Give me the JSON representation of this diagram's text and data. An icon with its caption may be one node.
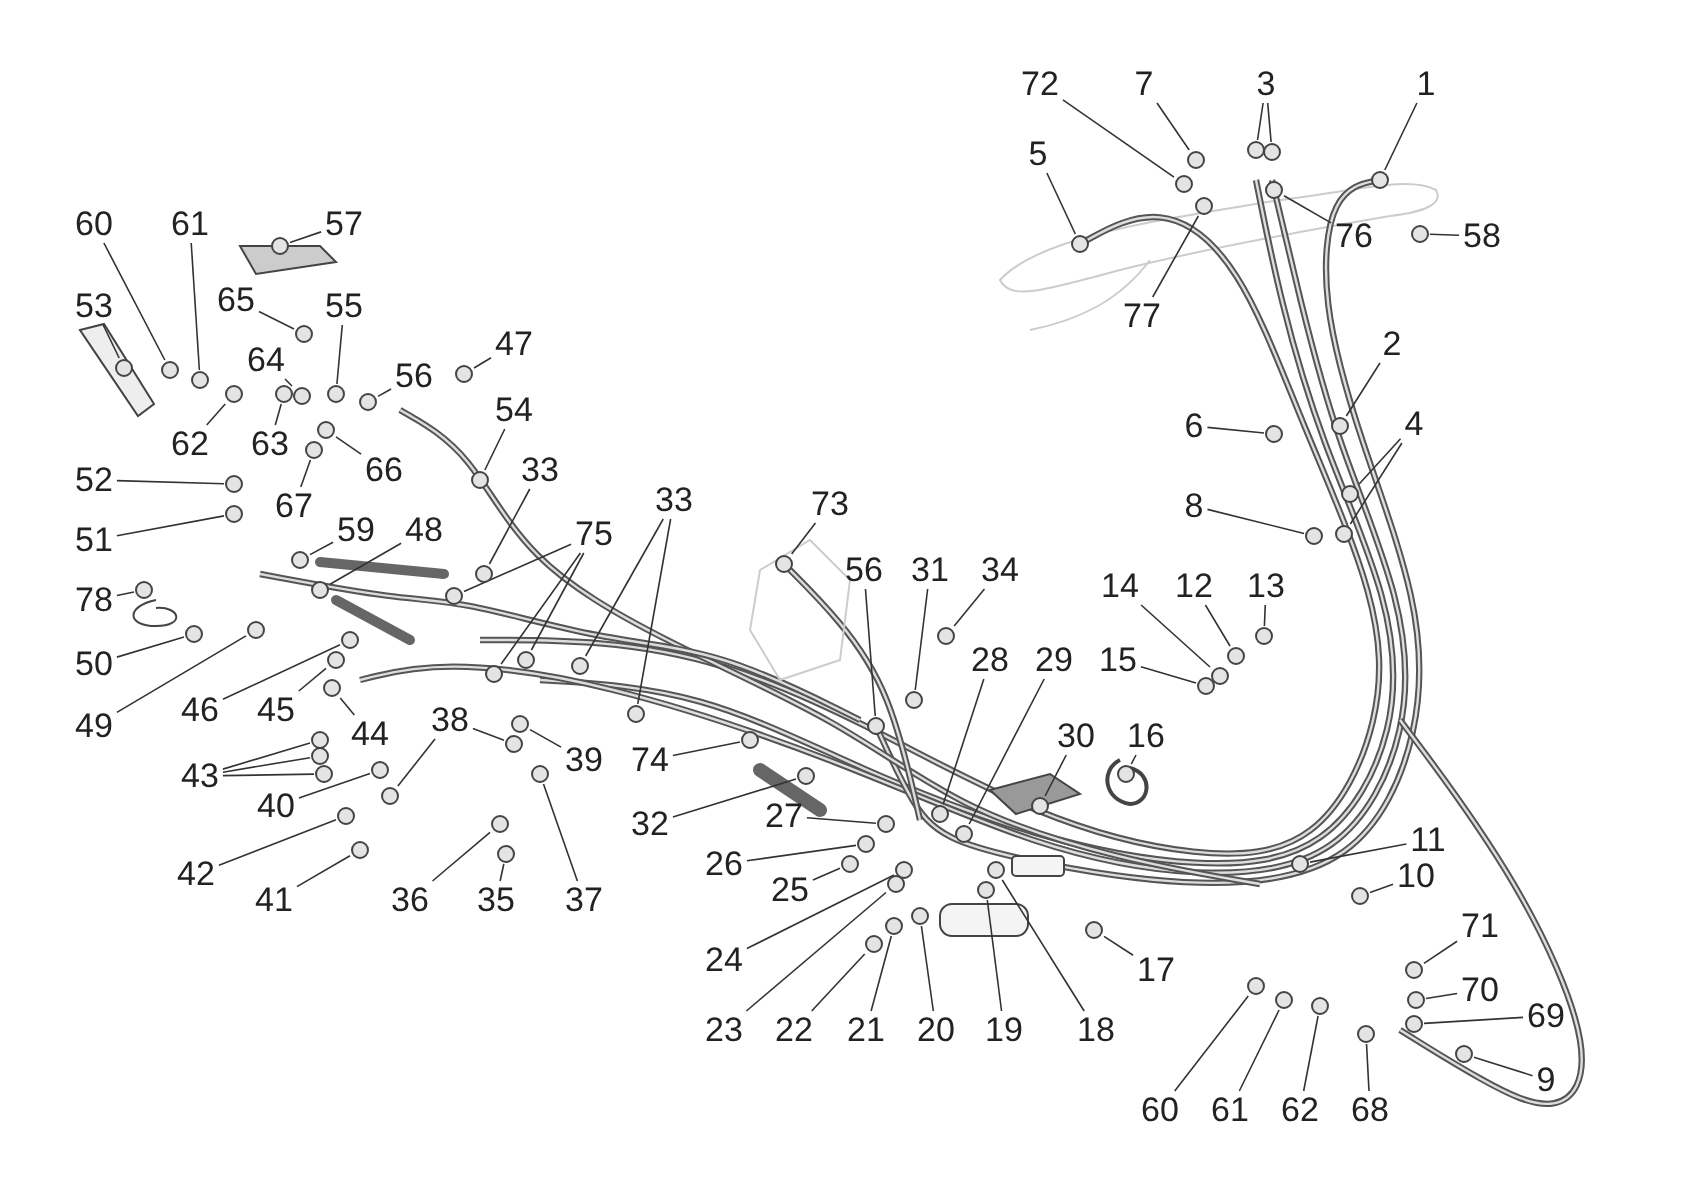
{
  "diagram": {
    "nodes": [
      {
        "text": [
          "72"
        ]
      },
      {
        "text": [
          "7"
        ]
      },
      {
        "text": [
          "3"
        ]
      },
      {
        "text": [
          "1"
        ]
      },
      {
        "text": [
          "5"
        ]
      },
      {
        "text": [
          "77"
        ]
      },
      {
        "text": [
          "76"
        ]
      },
      {
        "text": [
          "58"
        ]
      },
      {
        "text": [
          "2"
        ]
      },
      {
        "text": [
          "6"
        ]
      },
      {
        "text": [
          "4"
        ]
      },
      {
        "text": [
          "8"
        ]
      },
      {
        "text": [
          "60"
        ]
      },
      {
        "text": [
          "61"
        ]
      },
      {
        "text": [
          "57"
        ]
      },
      {
        "text": [
          "53"
        ]
      },
      {
        "text": [
          "65"
        ]
      },
      {
        "text": [
          "55"
        ]
      },
      {
        "text": [
          "64"
        ]
      },
      {
        "text": [
          "56"
        ]
      },
      {
        "text": [
          "47"
        ]
      },
      {
        "text": [
          "62"
        ]
      },
      {
        "text": [
          "63"
        ]
      },
      {
        "text": [
          "66"
        ]
      },
      {
        "text": [
          "67"
        ]
      },
      {
        "text": [
          "54"
        ]
      },
      {
        "text": [
          "52"
        ]
      },
      {
        "text": [
          "51"
        ]
      },
      {
        "text": [
          "33"
        ]
      },
      {
        "text": [
          "59"
        ]
      },
      {
        "text": [
          "48"
        ]
      },
      {
        "text": [
          "75"
        ]
      },
      {
        "text": [
          "33"
        ]
      },
      {
        "text": [
          "73"
        ]
      },
      {
        "text": [
          "78"
        ]
      },
      {
        "text": [
          "50"
        ]
      },
      {
        "text": [
          "49"
        ]
      },
      {
        "text": [
          "46"
        ]
      },
      {
        "text": [
          "45"
        ]
      },
      {
        "text": [
          "44"
        ]
      },
      {
        "text": [
          "43"
        ]
      },
      {
        "text": [
          "38"
        ]
      },
      {
        "text": [
          "39"
        ]
      },
      {
        "text": [
          "74"
        ]
      },
      {
        "text": [
          "40"
        ]
      },
      {
        "text": [
          "42"
        ]
      },
      {
        "text": [
          "41"
        ]
      },
      {
        "text": [
          "36"
        ]
      },
      {
        "text": [
          "35"
        ]
      },
      {
        "text": [
          "37"
        ]
      },
      {
        "text": [
          "32"
        ]
      },
      {
        "text": [
          "56"
        ]
      },
      {
        "text": [
          "31"
        ]
      },
      {
        "text": [
          "34"
        ]
      },
      {
        "text": [
          "14"
        ]
      },
      {
        "text": [
          "12"
        ]
      },
      {
        "text": [
          "13"
        ]
      },
      {
        "text": [
          "15"
        ]
      },
      {
        "text": [
          "28"
        ]
      },
      {
        "text": [
          "29"
        ]
      },
      {
        "text": [
          "30"
        ]
      },
      {
        "text": [
          "16"
        ]
      },
      {
        "text": [
          "27"
        ]
      },
      {
        "text": [
          "26"
        ]
      },
      {
        "text": [
          "25"
        ]
      },
      {
        "text": [
          "24"
        ]
      },
      {
        "text": [
          "23"
        ]
      },
      {
        "text": [
          "22"
        ]
      },
      {
        "text": [
          "21"
        ]
      },
      {
        "text": [
          "20"
        ]
      },
      {
        "text": [
          "19"
        ]
      },
      {
        "text": [
          "18"
        ]
      },
      {
        "text": [
          "17"
        ]
      },
      {
        "text": [
          "11"
        ]
      },
      {
        "text": [
          "10"
        ]
      },
      {
        "text": [
          "71"
        ]
      },
      {
        "text": [
          "70"
        ]
      },
      {
        "text": [
          "69"
        ]
      },
      {
        "text": [
          "9"
        ]
      },
      {
        "text": [
          "60"
        ]
      },
      {
        "text": [
          "61"
        ]
      },
      {
        "text": [
          "62"
        ]
      },
      {
        "text": [
          "68"
        ]
      },
      {
        "text": [],
        "shape": "circle"
      },
      {
        "text": [],
        "shape": "circle"
      },
      {
        "text": [],
        "shape": "circle"
      },
      {
        "text": [],
        "shape": "circle"
      },
      {
        "text": [],
        "shape": "circle"
      },
      {
        "text": [],
        "shape": "circle"
      },
      {
        "text": [],
        "shape": "circle"
      },
      {
        "text": [],
        "shape": "circle"
      },
      {
        "text": [],
        "shape": "circle"
      },
      {
        "text": [],
        "shape": "circle"
      },
      {
        "text": [],
        "shape": "circle"
      },
      {
        "text": [],
        "shape": "circle"
      },
      {
        "text": [],
        "shape": "circle"
      },
      {
        "text": [],
        "shape": "circle"
      },
      {
        "text": [],
        "shape": "circle"
      },
      {
        "text": [],
        "shape": "circle"
      },
      {
        "text": [],
        "shape": "circle"
      },
      {
        "text": [],
        "shape": "circle"
      },
      {
        "text": [],
        "shape": "circle"
      },
      {
        "text": [],
        "shape": "circle"
      },
      {
        "text": [],
        "shape": "circle"
      },
      {
        "text": [],
        "shape": "circle"
      },
      {
        "text": [],
        "shape": "circle"
      },
      {
        "text": [],
        "shape": "circle"
      },
      {
        "text": [],
        "shape": "circle"
      },
      {
        "text": [],
        "shape": "circle"
      },
      {
        "text": [],
        "shape": "circle"
      },
      {
        "text": [],
        "shape": "circle"
      },
      {
        "text": [],
        "shape": "circle"
      },
      {
        "text": [],
        "shape": "circle"
      },
      {
        "text": [],
        "shape": "circle"
      },
      {
        "text": [],
        "shape": "circle"
      },
      {
        "text": [],
        "shape": "circle"
      },
      {
        "text": [],
        "shape": "circle"
      },
      {
        "text": [],
        "shape": "circle"
      },
      {
        "text": [],
        "shape": "circle"
      },
      {
        "text": [],
        "shape": "circle"
      },
      {
        "text": [],
        "shape": "circle"
      },
      {
        "text": [],
        "shape": "circle"
      },
      {
        "text": [],
        "shape": "circle"
      },
      {
        "text": [],
        "shape": "circle"
      },
      {
        "text": [],
        "shape": "circle"
      },
      {
        "text": [],
        "shape": "circle"
      },
      {
        "text": [],
        "shape": "circle"
      },
      {
        "text": [],
        "shape": "circle"
      },
      {
        "text": [],
        "shape": "circle"
      },
      {
        "text": [],
        "shape": "circle"
      },
      {
        "text": [],
        "shape": "circle"
      },
      {
        "text": [],
        "shape": "circle"
      },
      {
        "text": [],
        "shape": "circle"
      },
      {
        "text": [],
        "shape": "circle"
      },
      {
        "text": [],
        "shape": "circle"
      },
      {
        "text": [],
        "shape": "circle"
      },
      {
        "text": [],
        "shape": "circle"
      },
      {
        "text": [],
        "shape": "circle"
      },
      {
        "text": [],
        "shape": "circle"
      },
      {
        "text": [],
        "shape": "circle"
      },
      {
        "text": [],
        "shape": "circle"
      },
      {
        "text": [],
        "shape": "circle"
      },
      {
        "text": [],
        "shape": "circle"
      },
      {
        "text": [],
        "shape": "circle"
      },
      {
        "text": [],
        "shape": "circle"
      },
      {
        "text": [],
        "shape": "circle"
      },
      {
        "text": [],
        "shape": "circle"
      },
      {
        "text": [],
        "shape": "circle"
      },
      {
        "text": [],
        "shape": "circle"
      },
      {
        "text": [],
        "shape": "circle"
      },
      {
        "text": [],
        "shape": "circle"
      },
      {
        "text": [],
        "shape": "circle"
      },
      {
        "text": [],
        "shape": "circle"
      },
      {
        "text": [],
        "shape": "circle"
      },
      {
        "text": [],
        "shape": "circle"
      },
      {
        "text": [],
        "shape": "circle"
      },
      {
        "text": [],
        "shape": "circle"
      },
      {
        "text": [],
        "shape": "circle"
      },
      {
        "text": [],
        "shape": "circle"
      },
      {
        "text": [],
        "shape": "circle"
      },
      {
        "text": [],
        "shape": "circle"
      },
      {
        "text": [],
        "shape": "circle"
      },
      {
        "text": [],
        "shape": "circle"
      },
      {
        "text": [],
        "shape": "circle"
      },
      {
        "text": [],
        "shape": "circle"
      },
      {
        "text": [],
        "shape": "circle"
      },
      {
        "text": [],
        "shape": "circle"
      },
      {
        "text": [],
        "shape": "circle"
      },
      {
        "text": [],
        "shape": "circle"
      },
      {
        "text": [],
        "shape": "circle"
      },
      {
        "text": [],
        "shape": "circle"
      },
      {
        "text": [],
        "shape": "circle"
      },
      {
        "text": [],
        "shape": "circle"
      },
      {
        "text": [],
        "shape": "circle"
      }
    ],
    "edges": [
      {
        "from": 0,
        "to": 83,
        "arrow": "none"
      },
      {
        "from": 1,
        "to": 84,
        "arrow": "none"
      },
      {
        "from": 2,
        "to": 85,
        "arrow": "none"
      },
      {
        "from": 2,
        "to": 86,
        "arrow": "none"
      },
      {
        "from": 3,
        "to": 87,
        "arrow": "none"
      },
      {
        "from": 4,
        "to": 88,
        "arrow": "none"
      },
      {
        "from": 5,
        "to": 89,
        "arrow": "none"
      },
      {
        "from": 6,
        "to": 90,
        "arrow": "none"
      },
      {
        "from": 7,
        "to": 91,
        "arrow": "none"
      },
      {
        "from": 8,
        "to": 92,
        "arrow": "none"
      },
      {
        "from": 9,
        "to": 93,
        "arrow": "none"
      },
      {
        "from": 10,
        "to": 94,
        "arrow": "none"
      },
      {
        "from": 10,
        "to": 95,
        "arrow": "none"
      },
      {
        "from": 11,
        "to": 96,
        "arrow": "none"
      },
      {
        "from": 12,
        "to": 97,
        "arrow": "none"
      },
      {
        "from": 13,
        "to": 98,
        "arrow": "none"
      },
      {
        "from": 14,
        "to": 99,
        "arrow": "none"
      },
      {
        "from": 15,
        "to": 100,
        "arrow": "none"
      },
      {
        "from": 16,
        "to": 101,
        "arrow": "none"
      },
      {
        "from": 17,
        "to": 102,
        "arrow": "none"
      },
      {
        "from": 18,
        "to": 103,
        "arrow": "none"
      },
      {
        "from": 19,
        "to": 104,
        "arrow": "none"
      },
      {
        "from": 20,
        "to": 105,
        "arrow": "none"
      },
      {
        "from": 21,
        "to": 106,
        "arrow": "none"
      },
      {
        "from": 22,
        "to": 107,
        "arrow": "none"
      },
      {
        "from": 23,
        "to": 108,
        "arrow": "none"
      },
      {
        "from": 24,
        "to": 109,
        "arrow": "none"
      },
      {
        "from": 25,
        "to": 110,
        "arrow": "none"
      },
      {
        "from": 26,
        "to": 111,
        "arrow": "none"
      },
      {
        "from": 27,
        "to": 112,
        "arrow": "none"
      },
      {
        "from": 28,
        "to": 113,
        "arrow": "none"
      },
      {
        "from": 29,
        "to": 114,
        "arrow": "none"
      },
      {
        "from": 30,
        "to": 115,
        "arrow": "none"
      },
      {
        "from": 31,
        "to": 116,
        "arrow": "none"
      },
      {
        "from": 31,
        "to": 117,
        "arrow": "none"
      },
      {
        "from": 31,
        "to": 118,
        "arrow": "none"
      },
      {
        "from": 32,
        "to": 119,
        "arrow": "none"
      },
      {
        "from": 32,
        "to": 120,
        "arrow": "none"
      },
      {
        "from": 33,
        "to": 121,
        "arrow": "none"
      },
      {
        "from": 34,
        "to": 122,
        "arrow": "none"
      },
      {
        "from": 35,
        "to": 123,
        "arrow": "none"
      },
      {
        "from": 36,
        "to": 124,
        "arrow": "none"
      },
      {
        "from": 37,
        "to": 125,
        "arrow": "none"
      },
      {
        "from": 38,
        "to": 126,
        "arrow": "none"
      },
      {
        "from": 39,
        "to": 127,
        "arrow": "none"
      },
      {
        "from": 40,
        "to": 128,
        "arrow": "none"
      },
      {
        "from": 40,
        "to": 129,
        "arrow": "none"
      },
      {
        "from": 40,
        "to": 130,
        "arrow": "none"
      },
      {
        "from": 41,
        "to": 131,
        "arrow": "none"
      },
      {
        "from": 41,
        "to": 132,
        "arrow": "none"
      },
      {
        "from": 42,
        "to": 133,
        "arrow": "none"
      },
      {
        "from": 43,
        "to": 134,
        "arrow": "none"
      },
      {
        "from": 44,
        "to": 135,
        "arrow": "none"
      },
      {
        "from": 45,
        "to": 136,
        "arrow": "none"
      },
      {
        "from": 46,
        "to": 137,
        "arrow": "none"
      },
      {
        "from": 47,
        "to": 138,
        "arrow": "none"
      },
      {
        "from": 48,
        "to": 139,
        "arrow": "none"
      },
      {
        "from": 49,
        "to": 140,
        "arrow": "none"
      },
      {
        "from": 50,
        "to": 141,
        "arrow": "none"
      },
      {
        "from": 51,
        "to": 142,
        "arrow": "none"
      },
      {
        "from": 52,
        "to": 143,
        "arrow": "none"
      },
      {
        "from": 53,
        "to": 144,
        "arrow": "none"
      },
      {
        "from": 54,
        "to": 145,
        "arrow": "none"
      },
      {
        "from": 55,
        "to": 146,
        "arrow": "none"
      },
      {
        "from": 56,
        "to": 147,
        "arrow": "none"
      },
      {
        "from": 57,
        "to": 148,
        "arrow": "none"
      },
      {
        "from": 58,
        "to": 149,
        "arrow": "none"
      },
      {
        "from": 59,
        "to": 150,
        "arrow": "none"
      },
      {
        "from": 60,
        "to": 151,
        "arrow": "none"
      },
      {
        "from": 61,
        "to": 152,
        "arrow": "none"
      },
      {
        "from": 62,
        "to": 153,
        "arrow": "none"
      },
      {
        "from": 63,
        "to": 154,
        "arrow": "none"
      },
      {
        "from": 64,
        "to": 155,
        "arrow": "none"
      },
      {
        "from": 65,
        "to": 156,
        "arrow": "none"
      },
      {
        "from": 66,
        "to": 157,
        "arrow": "none"
      },
      {
        "from": 67,
        "to": 158,
        "arrow": "none"
      },
      {
        "from": 68,
        "to": 159,
        "arrow": "none"
      },
      {
        "from": 69,
        "to": 160,
        "arrow": "none"
      },
      {
        "from": 70,
        "to": 161,
        "arrow": "none"
      },
      {
        "from": 71,
        "to": 162,
        "arrow": "none"
      },
      {
        "from": 72,
        "to": 163,
        "arrow": "none"
      },
      {
        "from": 73,
        "to": 164,
        "arrow": "none"
      },
      {
        "from": 74,
        "to": 165,
        "arrow": "none"
      },
      {
        "from": 75,
        "to": 166,
        "arrow": "none"
      },
      {
        "from": 76,
        "to": 167,
        "arrow": "none"
      },
      {
        "from": 77,
        "to": 168,
        "arrow": "none"
      },
      {
        "from": 78,
        "to": 169,
        "arrow": "none"
      },
      {
        "from": 79,
        "to": 170,
        "arrow": "none"
      },
      {
        "from": 80,
        "to": 171,
        "arrow": "none"
      },
      {
        "from": 81,
        "to": 172,
        "arrow": "none"
      },
      {
        "from": 82,
        "to": 173,
        "arrow": "none"
      }
    ]
  }
}
